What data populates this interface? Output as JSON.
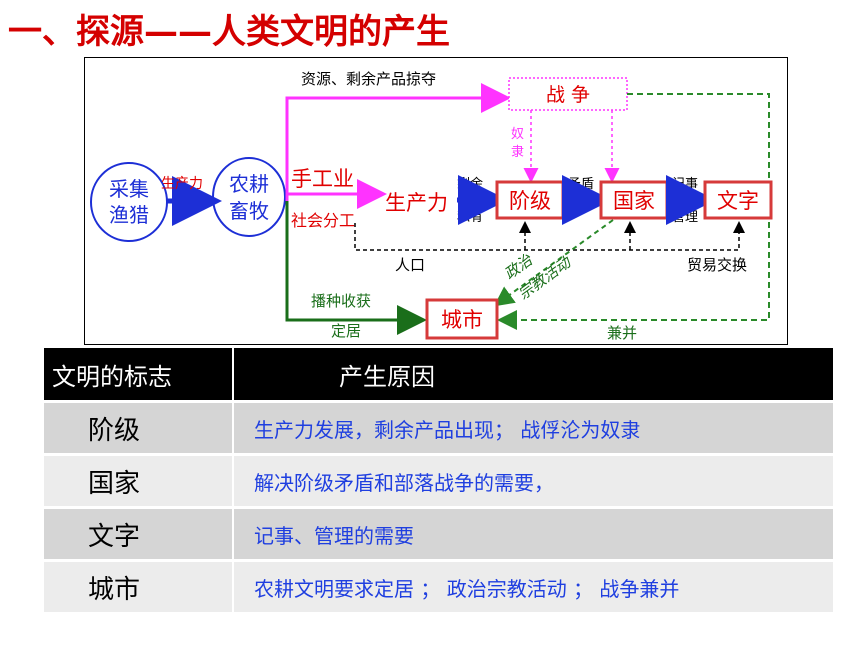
{
  "page": {
    "title": "一、探源——人类文明的产生"
  },
  "diagram": {
    "nodes": {
      "caiji": [
        "采集",
        "渔猎"
      ],
      "nonggeng": [
        "农耕",
        "畜牧"
      ],
      "shougongye": "手工业",
      "shehuifengong": "社会分工",
      "shengchanli": "生产力",
      "jieji": "阶级",
      "guojia": "国家",
      "wenzi": "文字",
      "chengshi": "城市",
      "zhanzheng": "战 争"
    },
    "labels": {
      "top_edge": "资源、剩余产品掠夺",
      "between_circles": "生产力",
      "nuli": [
        "奴",
        "隶"
      ],
      "shengyu": [
        "剩余",
        "私有"
      ],
      "maodun": "矛盾",
      "jishi": [
        "记事",
        "管理"
      ],
      "renkou": "人口",
      "maoyi": "贸易交换",
      "bozhong": "播种收获",
      "dingju": "定居",
      "jianbing": "兼并",
      "zhengzhi": "政治",
      "zongjiao": "宗教活动"
    },
    "colors": {
      "magenta": "#ff33ff",
      "green": "#1a6e1a",
      "dash_green": "#2a8a2a",
      "blue": "#1d2fd6",
      "red_text": "#e00000",
      "box_border": "#d63a3a"
    }
  },
  "table": {
    "headers": [
      "文明的标志",
      "产生原因"
    ],
    "rows": [
      {
        "mark": "阶级",
        "reason": "生产力发展，剩余产品出现； 战俘沦为奴隶"
      },
      {
        "mark": "国家",
        "reason": "解决阶级矛盾和部落战争的需要，"
      },
      {
        "mark": "文字",
        "reason": "记事、管理的需要"
      },
      {
        "mark": "城市",
        "reason": "农耕文明要求定居 ； 政治宗教活动 ； 战争兼并"
      }
    ]
  }
}
